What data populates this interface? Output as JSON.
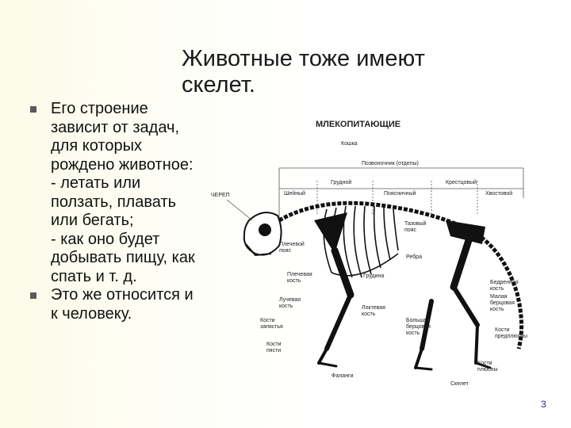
{
  "slide": {
    "title_line1": "Животные тоже имеют",
    "title_line2": "скелет.",
    "bullets": [
      {
        "lines": [
          "Его строение",
          "зависит от задач,",
          "для которых",
          "рождено животное:",
          "- летать или",
          "ползать, плавать",
          "или бегать;",
          "- как оно будет",
          "добывать пищу, как",
          "спать и т. д."
        ]
      },
      {
        "lines": [
          "Это же относится и",
          "к человеку."
        ]
      }
    ],
    "page_number": "3"
  },
  "figure": {
    "title": "МЛЕКОПИТАЮЩИЕ",
    "subtitle": "Кошка",
    "spine_label": "Позвоночник (отделы)",
    "sections": [
      "Шейный",
      "Грудной",
      "Поясничный",
      "Крестцовый",
      "Хвостовой"
    ],
    "labels": {
      "skull": "ЧЕРЕП",
      "shoulder_girdle_1": "Плечевой",
      "shoulder_girdle_2": "пояс",
      "humerus_1": "Плечевая",
      "humerus_2": "кость",
      "radius_1": "Лучевая",
      "radius_2": "кость",
      "carpals_1": "Кости",
      "carpals_2": "запястья",
      "metacarpals_1": "Кости",
      "metacarpals_2": "пясти",
      "phalanges": "Фаланги",
      "pelvic_1": "Тазовый",
      "pelvic_2": "пояс",
      "ribs": "Ребра",
      "sternum": "Грудина",
      "ulna_1": "Локтевая",
      "ulna_2": "кость",
      "tibia_1": "Большая",
      "tibia_2": "берцовая",
      "tibia_3": "кость",
      "femur_1": "Бедренная",
      "femur_2": "кость",
      "fibula_1": "Малая",
      "fibula_2": "берцовая",
      "fibula_3": "кость",
      "tarsals_1": "Кости",
      "tarsals_2": "предплюсны",
      "metatarsals_1": "Кости",
      "metatarsals_2": "плюсны",
      "calcaneus": "Скелет"
    }
  }
}
